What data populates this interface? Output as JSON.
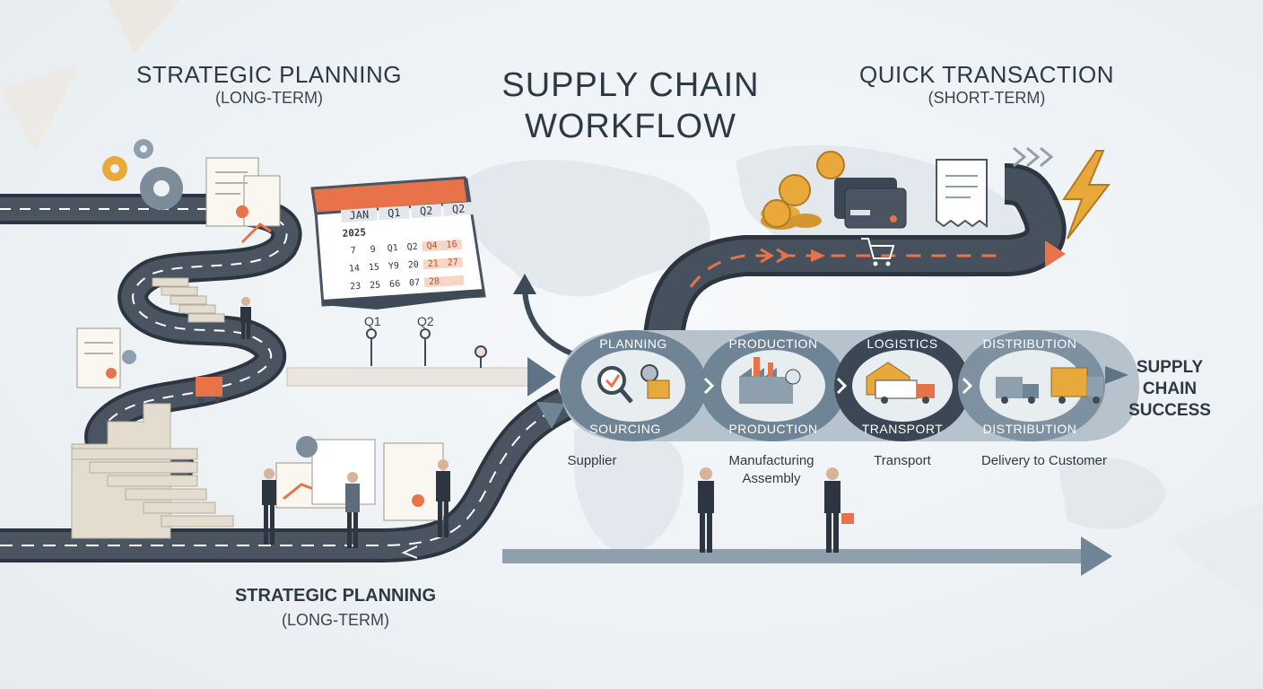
{
  "title": {
    "line1": "SUPPLY CHAIN",
    "line2": "WORKFLOW"
  },
  "strategic_top": {
    "heading": "STRATEGIC PLANNING",
    "sub": "(LONG-TERM)"
  },
  "quick": {
    "heading": "QUICK TRANSACTION",
    "sub": "(SHORT-TERM)"
  },
  "strategic_bottom": {
    "heading": "STRATEGIC PLANNING",
    "sub": "(LONG-TERM)"
  },
  "timeline": {
    "q1": "Q1",
    "q2": "Q2"
  },
  "calendar": {
    "header_row": [
      "JAN",
      "Q1",
      "Q2",
      "Q2"
    ],
    "year": "2025",
    "rows": [
      [
        "7",
        "9",
        "Q1",
        "Q2",
        "Q4",
        "16"
      ],
      [
        "14",
        "15",
        "Y9",
        "20",
        "21",
        "27"
      ],
      [
        "23",
        "25",
        "66",
        "07",
        "28",
        ""
      ]
    ]
  },
  "stages": [
    {
      "top": "PLANNING",
      "bottom": "SOURCING",
      "caption": "Supplier",
      "caption2": ""
    },
    {
      "top": "PRODUCTION",
      "bottom": "PRODUCTION",
      "caption": "Manufacturing",
      "caption2": "Assembly"
    },
    {
      "top": "LOGISTICS",
      "bottom": "TRANSPORT",
      "caption": "Transport",
      "caption2": ""
    },
    {
      "top": "DISTRIBUTION",
      "bottom": "DISTRIBUTION",
      "caption": "Delivery to Customer",
      "caption2": ""
    }
  ],
  "success": {
    "line1": "SUPPLY",
    "line2": "CHAIN",
    "line3": "SUCCESS"
  },
  "colors": {
    "road": "#3f4a57",
    "road_edge": "#2c3540",
    "accent_orange": "#e8734a",
    "ring_blue": "#6f8596",
    "ring_dark": "#3b4754",
    "arrow_blue": "#5e7385",
    "gold": "#e8a93a"
  },
  "icons": [
    "gear-icon",
    "document-icon",
    "calendar-icon",
    "coin-icon",
    "credit-card-icon",
    "receipt-icon",
    "lightning-icon",
    "shopping-cart-icon",
    "magnifier-icon",
    "factory-icon",
    "warehouse-truck-icon",
    "delivery-truck-icon",
    "staircase-icon",
    "person-icon"
  ]
}
